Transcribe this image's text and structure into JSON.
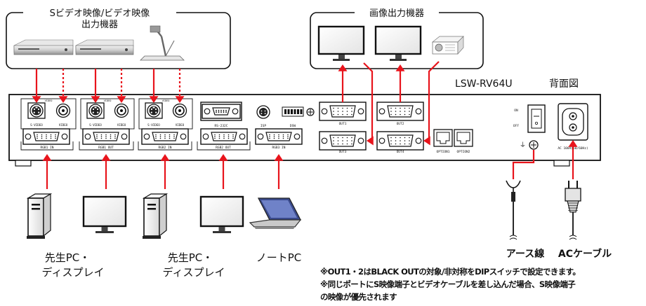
{
  "source_group": {
    "title": "Sビデオ映像/ビデオ映像",
    "title2": "出力機器"
  },
  "output_group": {
    "title": "画像出力機器"
  },
  "panel": {
    "model": "LSW-RV64U",
    "view": "背面図"
  },
  "ports": {
    "svideo": "S-VIDEO",
    "video": "VIDEO",
    "rs232c": "RS-232C",
    "isp": "ISP",
    "dsw": "DSW",
    "rgb1_in": "RGB1 IN",
    "rgb1_out": "RGB1 OUT",
    "rgb2_in": "RGB2 IN",
    "rgb2_out": "RGB2 OUT",
    "rgb3_in": "RGB3 IN",
    "out1": "OUT1",
    "out2": "OUT2",
    "out3": "OUT3",
    "out4": "OUT4",
    "option1": "OPTION1",
    "option2": "OPTION2",
    "on": "ON",
    "off": "OFF",
    "ac": "AC 100V(50/60Hz)"
  },
  "bottom_labels": {
    "teacher1": "先生PC・",
    "display1": "ディスプレイ",
    "teacher2": "先生PC・",
    "display2": "ディスプレイ",
    "notepc": "ノートPC",
    "earth": "アース線",
    "accable": "ACケーブル"
  },
  "notes": {
    "line1": "※OUT1・2はBLACK OUTの対象/非対称をDIPスイッチで設定できます。",
    "line2": "※同じポートにS映像端子とビデオケーブルを差し込んだ場合、S映像端子",
    "line3": "の映像が優先されます"
  },
  "colors": {
    "arrow": "#e8141c",
    "outline": "#111111"
  }
}
